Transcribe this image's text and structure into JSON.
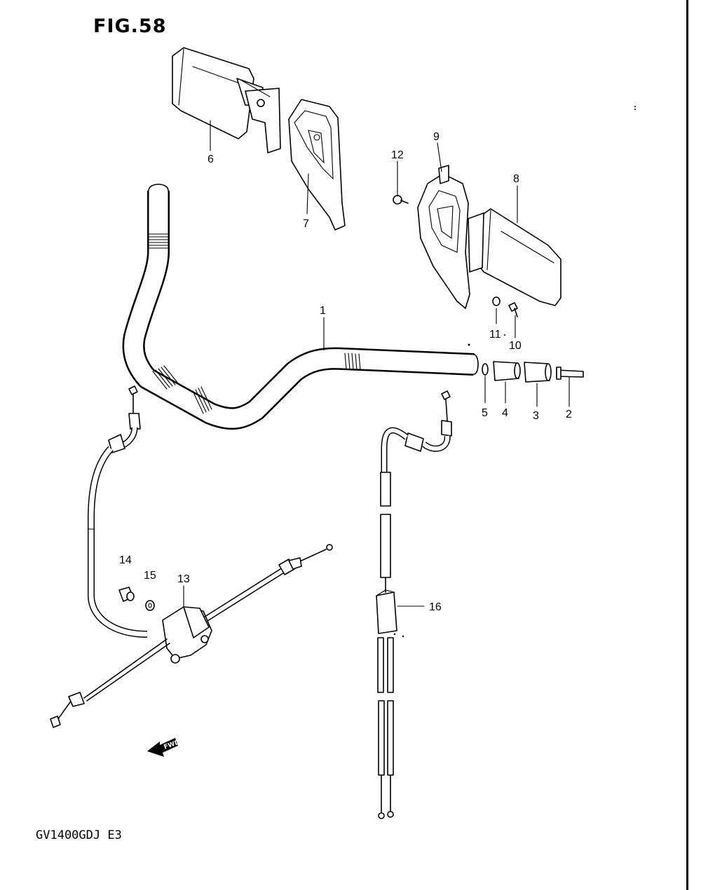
{
  "figure": {
    "title": "FIG.58",
    "model_code": "GV1400GDJ E3",
    "fwd_label": "FWD"
  },
  "callouts": {
    "c1": "1",
    "c2": "2",
    "c3": "3",
    "c4": "4",
    "c5": "5",
    "c6": "6",
    "c7": "7",
    "c8": "8",
    "c9": "9",
    "c10": "10",
    "c11": "11",
    "c12": "12",
    "c13": "13",
    "c14": "14",
    "c15": "15",
    "c16": "16"
  }
}
